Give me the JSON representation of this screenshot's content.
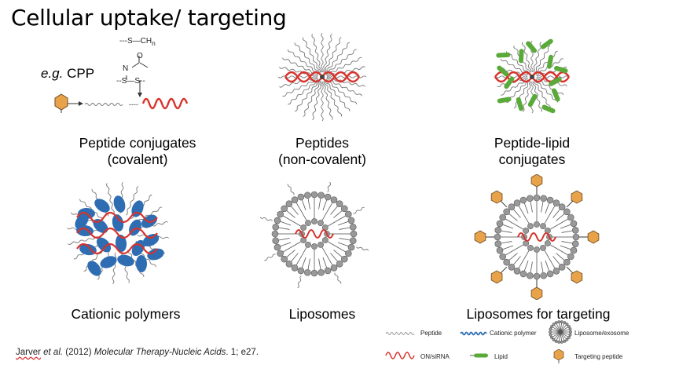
{
  "title": "Cellular uptake/ targeting",
  "cpp_example": {
    "prefix": "e.g.",
    "label": "CPP"
  },
  "chem": {
    "line1_prefix": "S",
    "line1_ch": "CH",
    "line1_sub": "n",
    "line2": "O",
    "line3": "N",
    "line4a": "S",
    "line4b": "S"
  },
  "panels": [
    {
      "id": "peptide-conjugates",
      "caption_line1": "Peptide conjugates",
      "caption_line2": "(covalent)"
    },
    {
      "id": "peptides",
      "caption_line1": "Peptides",
      "caption_line2": "(non-covalent)"
    },
    {
      "id": "peptide-lipid",
      "caption_line1": "Peptide-lipid",
      "caption_line2": "conjugates"
    },
    {
      "id": "cationic-polymers",
      "caption_line1": "Cationic polymers"
    },
    {
      "id": "liposomes",
      "caption_line1": "Liposomes"
    },
    {
      "id": "liposomes-targeting",
      "caption_line1": "Liposomes for targeting"
    }
  ],
  "citation": {
    "author": "Jarver",
    "etal": " et al.",
    "year": " (2012) ",
    "journal": "Molecular Therapy-Nucleic Acids",
    "rest": ". 1; e27."
  },
  "legend": {
    "peptide": "Peptide",
    "cationic_polymer": "Cationic polymer",
    "liposome": "Liposome/exosome",
    "on_sirna": "ON/siRNA",
    "lipid": "Lipid",
    "targeting_peptide": "Targeting peptide"
  },
  "colors": {
    "rna_red": "#d8322b",
    "peptide_gray": "#777777",
    "polymer_blue": "#2f6db3",
    "lipid_green": "#5aaa3a",
    "hexagon_orange": "#e8a24a",
    "lipid_head_gray": "#999999"
  }
}
